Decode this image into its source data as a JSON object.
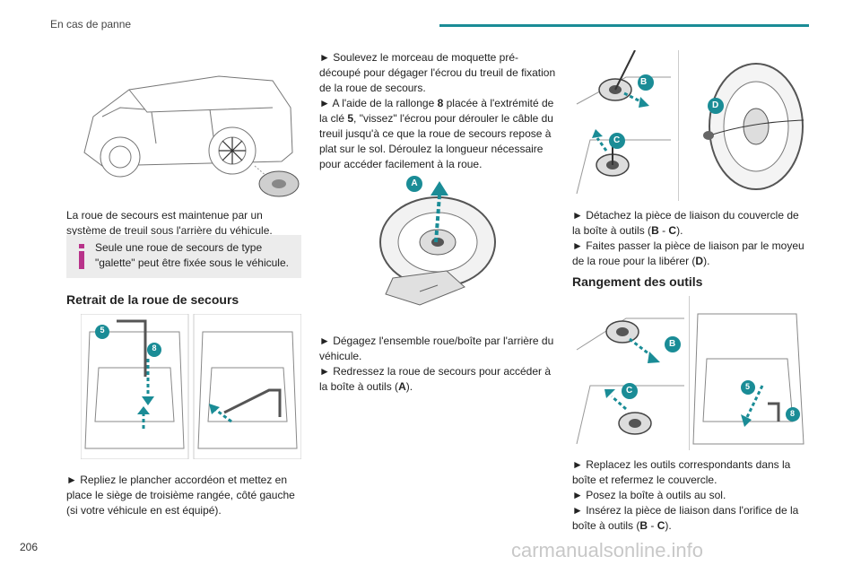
{
  "header": {
    "title": "En cas de panne",
    "accent_color": "#1a8c96"
  },
  "left": {
    "para1": "La roue de secours est maintenue par un système de treuil sous l'arrière du véhicule.",
    "info": "Seule une roue de secours de type \"galette\" peut être fixée sous le véhicule.",
    "heading": "Retrait de la roue de secours",
    "step1": "► Repliez le plancher accordéon et mettez en place le siège de troisième rangée, côté gauche (si votre véhicule en est équipé).",
    "fig_labels": {
      "a": "5",
      "b": "8"
    }
  },
  "middle": {
    "s1": "► Soulevez le morceau de moquette pré-découpé pour dégager l'écrou du treuil de fixation de la roue de secours.",
    "s2a": "► A l'aide de la rallonge ",
    "s2b": "8",
    "s2c": " placée à l'extrémité de la clé ",
    "s2d": "5",
    "s2e": ", \"vissez\" l'écrou pour dérouler le câble du treuil jusqu'à ce que la roue de secours repose à plat sur le sol. Déroulez la longueur nécessaire pour accéder facilement à la roue.",
    "fig_label": "A",
    "s3": "► Dégagez l'ensemble roue/boîte par l'arrière du véhicule.",
    "s4a": "► Redressez la roue de secours pour accéder à la boîte à outils (",
    "s4b": "A",
    "s4c": ")."
  },
  "right": {
    "fig1_labels": {
      "b": "B",
      "c": "C",
      "d": "D"
    },
    "s1a": "► Détachez la pièce de liaison du couvercle de la boîte à outils (",
    "s1b": "B",
    "s1c": " - ",
    "s1d": "C",
    "s1e": ").",
    "s2a": "► Faites passer la pièce de liaison par le moyeu de la roue pour la libérer (",
    "s2b": "D",
    "s2c": ").",
    "heading": "Rangement des outils",
    "fig2_labels": {
      "b": "B",
      "c": "C",
      "n5": "5",
      "n8": "8"
    },
    "s3": "► Replacez les outils correspondants dans la boîte et refermez le couvercle.",
    "s4": "► Posez la boîte à outils au sol.",
    "s5a": "► Insérez la pièce de liaison dans l'orifice de la boîte à outils (",
    "s5b": "B",
    "s5c": " - ",
    "s5d": "C",
    "s5e": ")."
  },
  "footer": {
    "page_number": "206",
    "watermark": "carmanualsonline.info"
  }
}
